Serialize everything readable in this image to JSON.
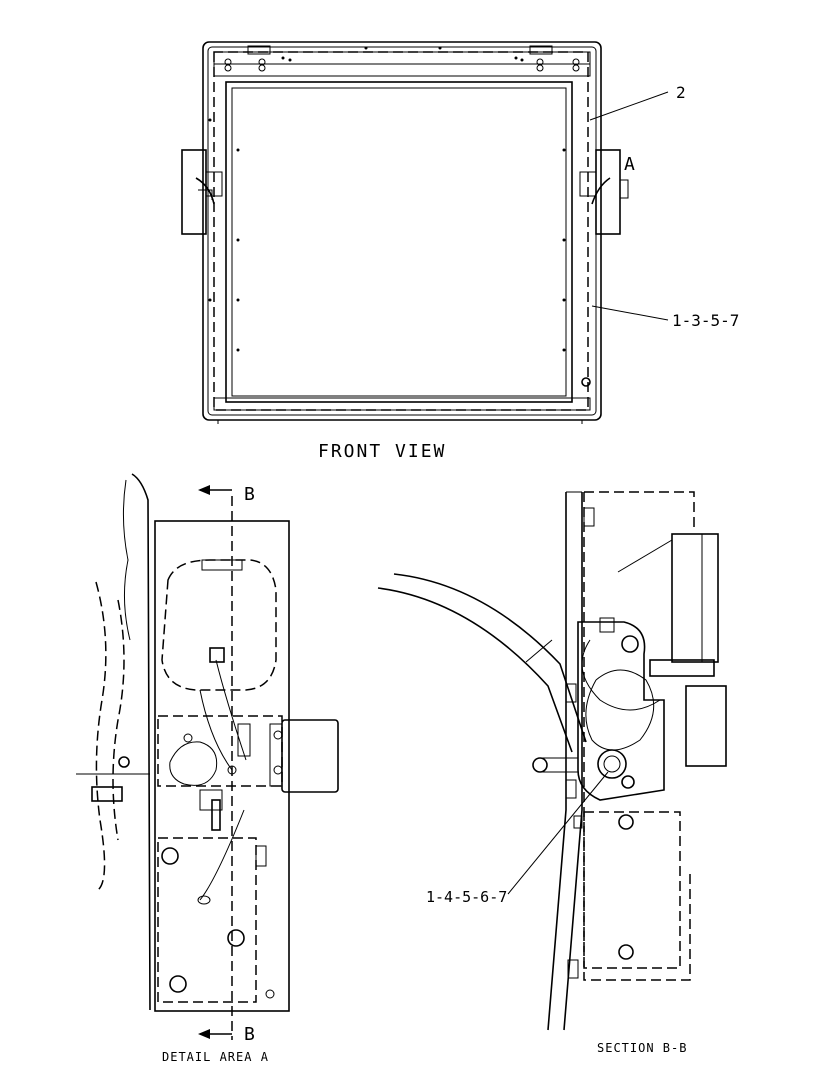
{
  "views": {
    "front": {
      "title": "FRONT VIEW"
    },
    "detail": {
      "title": "DETAIL AREA A",
      "section_mark": "B"
    },
    "section": {
      "title": "SECTION B-B"
    }
  },
  "callouts": {
    "item_2": "2",
    "area_a": "A",
    "items_1357": "1-3-5-7",
    "items_14567": "1-4-5-6-7"
  }
}
